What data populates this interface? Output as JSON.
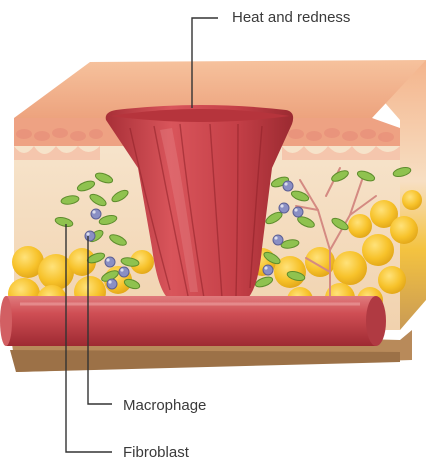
{
  "labels": {
    "heat": "Heat and redness",
    "macrophage": "Macrophage",
    "fibroblast": "Fibroblast"
  },
  "colors": {
    "epidermis": "#f1b48f",
    "dermis": "#f3dcc0",
    "fat": "#f6c630",
    "vessel": "#c7424a",
    "wound": "#c9444b",
    "fibroblast_cell": "#8fc24f",
    "macrophage_cell": "#8a8fc4"
  }
}
